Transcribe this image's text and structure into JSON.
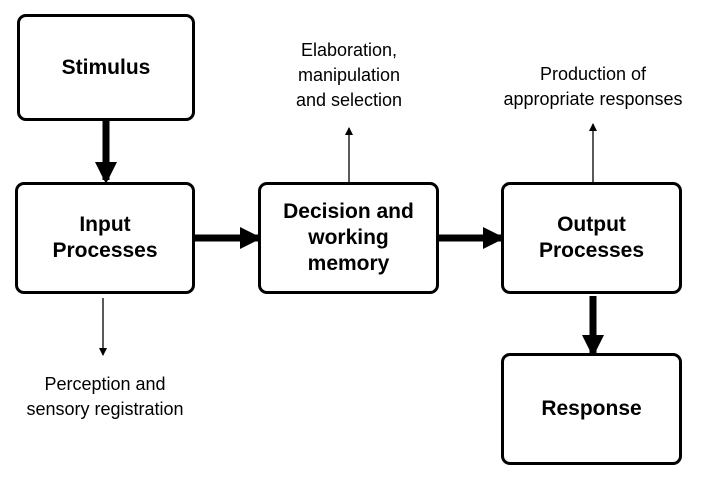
{
  "diagram": {
    "boxes": {
      "stimulus": "Stimulus",
      "input": "Input\nProcesses",
      "decision": "Decision and\nworking\nmemory",
      "output": "Output\nProcesses",
      "response": "Response"
    },
    "notes": {
      "elaboration": "Elaboration,\nmanipulation\nand selection",
      "production": "Production of\nappropriate responses",
      "perception": "Perception and\nsensory registration"
    },
    "colors": {
      "stroke": "#000000",
      "background": "#ffffff"
    }
  }
}
